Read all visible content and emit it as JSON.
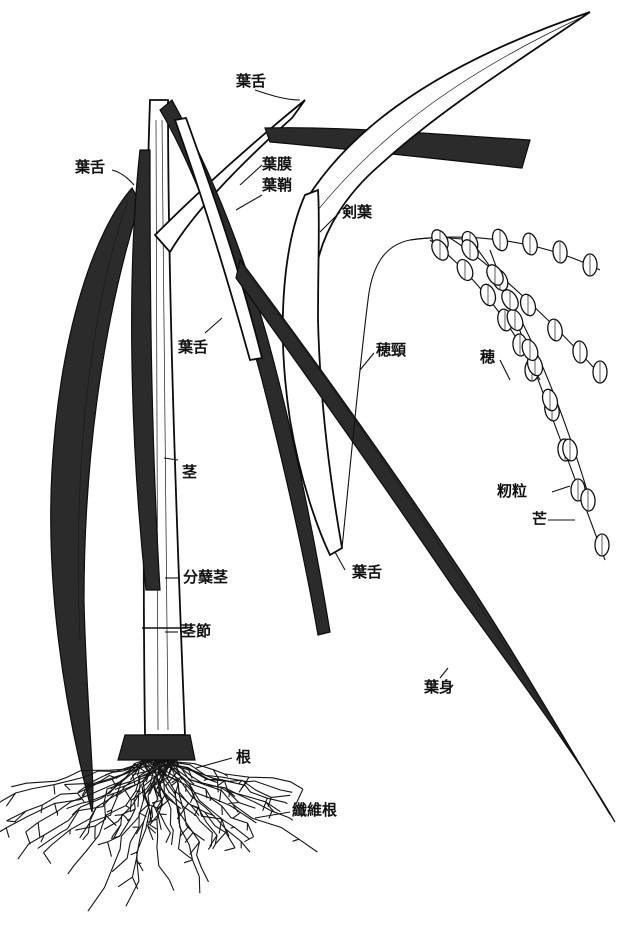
{
  "figure": {
    "labels": {
      "ligule_top": "葉舌",
      "ligule_left": "葉舌",
      "auricle": "葉膜",
      "sheath": "葉鞘",
      "flag_leaf": "剣葉",
      "ligule_mid": "葉舌",
      "neck": "穂頸",
      "stem": "茎",
      "tiller": "分蘖茎",
      "node": "茎節",
      "ligule_low": "葉舌",
      "panicle": "穂",
      "grain": "籾粒",
      "awn": "芒",
      "blade": "葉身",
      "root": "根",
      "fibrous_root": "纖維根"
    },
    "colors": {
      "ink": "#111111",
      "paper": "#ffffff"
    }
  }
}
